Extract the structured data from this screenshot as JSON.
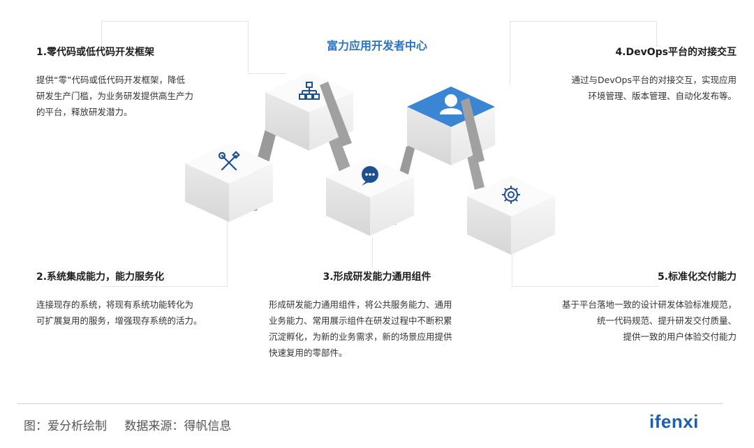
{
  "center_title": "富力应用开发者中心",
  "blocks": [
    {
      "title": "1.零代码或低代码开发框架",
      "desc": [
        "提供“零”代码或低代码开发框架，降低",
        "研发生产门槛，为业务研发提供高生产力",
        "的平台，释放研发潜力。"
      ]
    },
    {
      "title": "2.系统集成能力，能力服务化",
      "desc": [
        "连接现存的系统，将现有系统功能转化为",
        "可扩展复用的服务，增强现存系统的活力。"
      ]
    },
    {
      "title": "3.形成研发能力通用组件",
      "desc": [
        "形成研发能力通用组件，将公共服务能力、通用",
        "业务能力、常用展示组件在研发过程中不断积累",
        "沉淀孵化，为新的业务需求，新的场景应用提供",
        "快速复用的零部件。"
      ]
    },
    {
      "title": "4.DevOps平台的对接交互",
      "desc": [
        "通过与DevOps平台的对接交互，实现应用",
        "环境管理、版本管理、自动化发布等。"
      ]
    },
    {
      "title": "5.标准化交付能力",
      "desc": [
        "基于平台落地一致的设计研发体验标准规范，",
        "统一代码规范、提升研发交付质量、",
        "提供一致的用户体验交付能力"
      ]
    }
  ],
  "icons": [
    "tools-icon",
    "org-chart-icon",
    "chat-icon",
    "user-icon",
    "gear-icon"
  ],
  "colors": {
    "accent": "#2a73c6",
    "active_top": "#3a86d4",
    "icon": "#1e4f8f"
  },
  "footer": {
    "source_left": "图：爱分析绘制",
    "source_right": "数据来源：得帆信息"
  },
  "logo": "ifenxi"
}
